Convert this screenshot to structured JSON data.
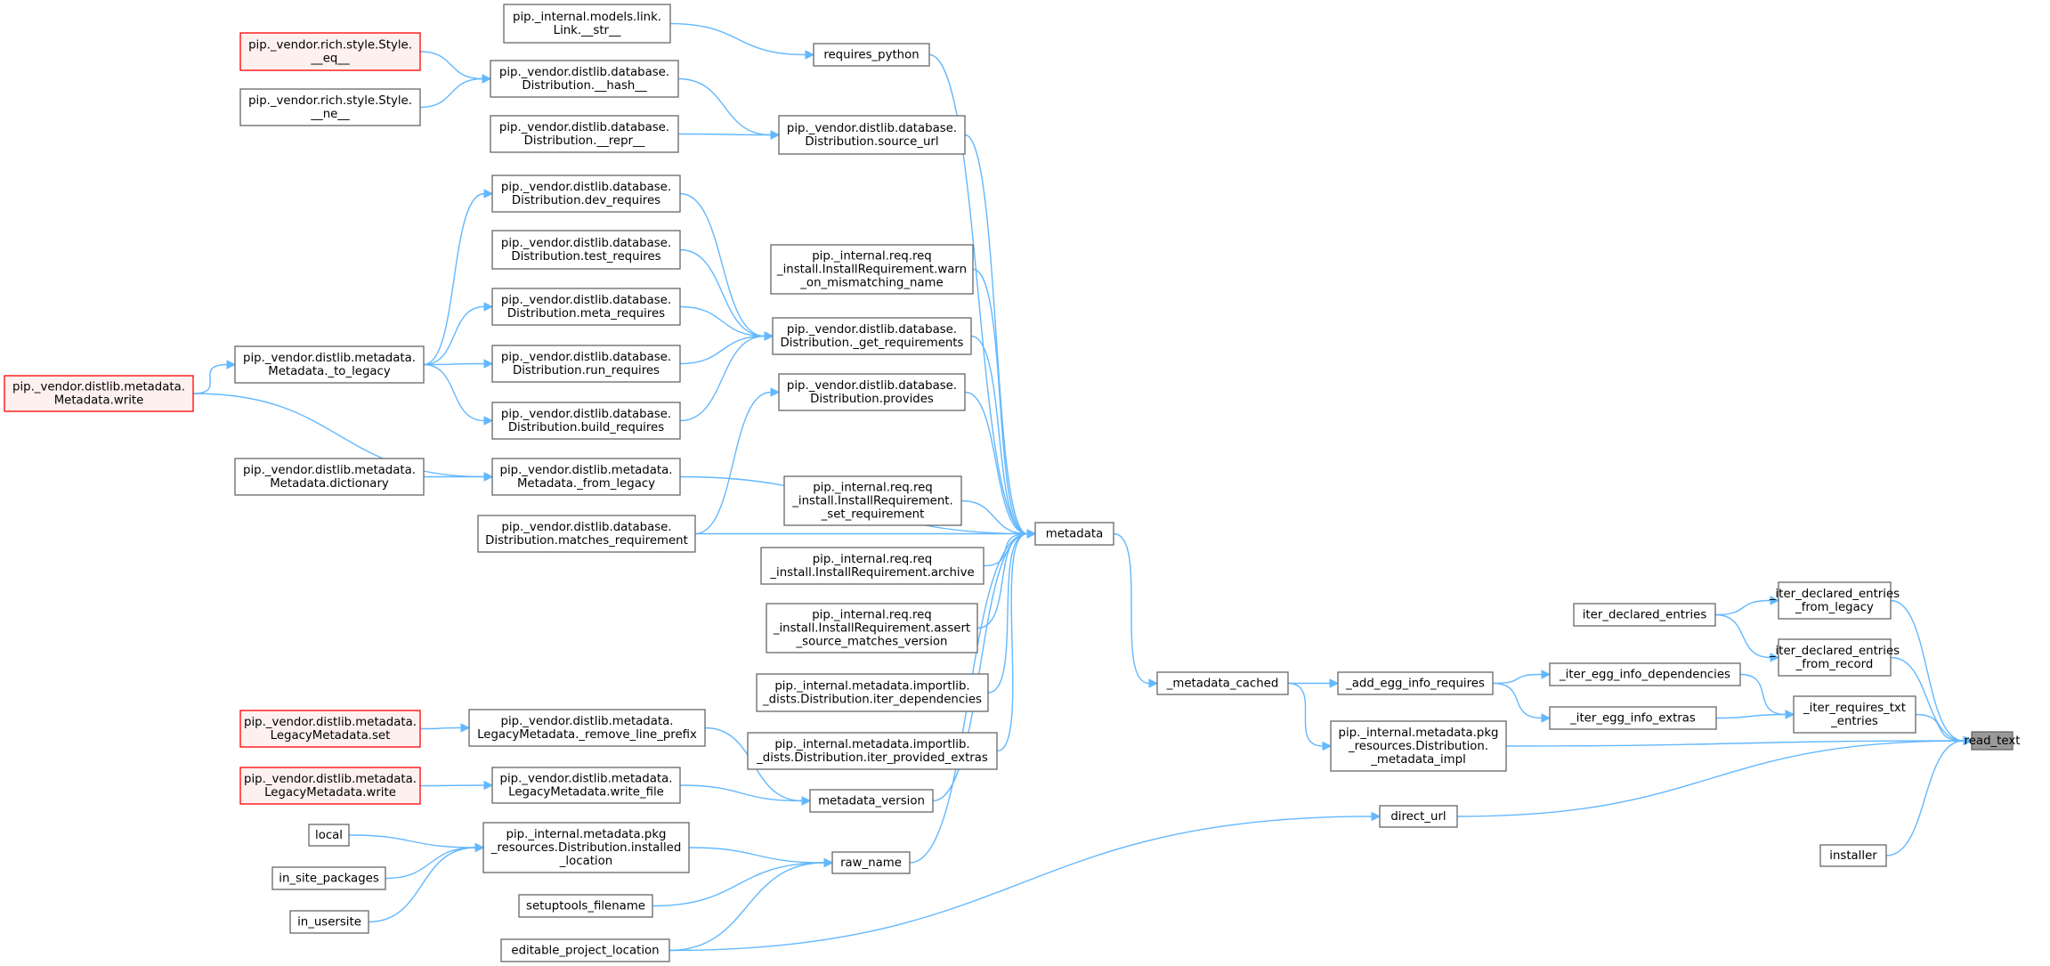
{
  "diagram": {
    "nodes": [
      {
        "id": "read_text",
        "lines": [
          "read_text"
        ],
        "style": "gray"
      },
      {
        "id": "it_decl_legacy",
        "lines": [
          "_iter_declared_entries",
          "_from_legacy"
        ],
        "style": "normal"
      },
      {
        "id": "it_decl_record",
        "lines": [
          "_iter_declared_entries",
          "_from_record"
        ],
        "style": "normal"
      },
      {
        "id": "it_req_txt",
        "lines": [
          "_iter_requires_txt",
          "_entries"
        ],
        "style": "normal"
      },
      {
        "id": "pkg_metadata_impl",
        "lines": [
          "pip._internal.metadata.pkg",
          "_resources.Distribution.",
          "_metadata_impl"
        ],
        "style": "normal"
      },
      {
        "id": "direct_url",
        "lines": [
          "direct_url"
        ],
        "style": "normal"
      },
      {
        "id": "installer",
        "lines": [
          "installer"
        ],
        "style": "normal"
      },
      {
        "id": "iter_declared_entries",
        "lines": [
          "iter_declared_entries"
        ],
        "style": "normal"
      },
      {
        "id": "it_egg_deps",
        "lines": [
          "_iter_egg_info_dependencies"
        ],
        "style": "normal"
      },
      {
        "id": "it_egg_extras",
        "lines": [
          "_iter_egg_info_extras"
        ],
        "style": "normal"
      },
      {
        "id": "add_egg_req",
        "lines": [
          "_add_egg_info_requires"
        ],
        "style": "normal"
      },
      {
        "id": "metadata_cached",
        "lines": [
          "_metadata_cached"
        ],
        "style": "normal"
      },
      {
        "id": "metadata",
        "lines": [
          "metadata"
        ],
        "style": "normal"
      },
      {
        "id": "requires_python",
        "lines": [
          "requires_python"
        ],
        "style": "normal"
      },
      {
        "id": "link_str",
        "lines": [
          "pip._internal.models.link.",
          "Link.__str__"
        ],
        "style": "normal"
      },
      {
        "id": "dist_source_url",
        "lines": [
          "pip._vendor.distlib.database.",
          "Distribution.source_url"
        ],
        "style": "normal"
      },
      {
        "id": "dist_hash",
        "lines": [
          "pip._vendor.distlib.database.",
          "Distribution.__hash__"
        ],
        "style": "normal"
      },
      {
        "id": "dist_repr",
        "lines": [
          "pip._vendor.distlib.database.",
          "Distribution.__repr__"
        ],
        "style": "normal"
      },
      {
        "id": "style_eq",
        "lines": [
          "pip._vendor.rich.style.Style.",
          "__eq__"
        ],
        "style": "red"
      },
      {
        "id": "style_ne",
        "lines": [
          "pip._vendor.rich.style.Style.",
          "__ne__"
        ],
        "style": "normal"
      },
      {
        "id": "warn_mismatch",
        "lines": [
          "pip._internal.req.req",
          "_install.InstallRequirement.warn",
          "_on_mismatching_name"
        ],
        "style": "normal"
      },
      {
        "id": "dist_get_req",
        "lines": [
          "pip._vendor.distlib.database.",
          "Distribution._get_requirements"
        ],
        "style": "normal"
      },
      {
        "id": "dist_dev_req",
        "lines": [
          "pip._vendor.distlib.database.",
          "Distribution.dev_requires"
        ],
        "style": "normal"
      },
      {
        "id": "dist_test_req",
        "lines": [
          "pip._vendor.distlib.database.",
          "Distribution.test_requires"
        ],
        "style": "normal"
      },
      {
        "id": "dist_meta_req",
        "lines": [
          "pip._vendor.distlib.database.",
          "Distribution.meta_requires"
        ],
        "style": "normal"
      },
      {
        "id": "dist_run_req",
        "lines": [
          "pip._vendor.distlib.database.",
          "Distribution.run_requires"
        ],
        "style": "normal"
      },
      {
        "id": "dist_build_req",
        "lines": [
          "pip._vendor.distlib.database.",
          "Distribution.build_requires"
        ],
        "style": "normal"
      },
      {
        "id": "meta_to_legacy",
        "lines": [
          "pip._vendor.distlib.metadata.",
          "Metadata._to_legacy"
        ],
        "style": "normal"
      },
      {
        "id": "meta_write",
        "lines": [
          "pip._vendor.distlib.metadata.",
          "Metadata.write"
        ],
        "style": "red"
      },
      {
        "id": "dist_provides",
        "lines": [
          "pip._vendor.distlib.database.",
          "Distribution.provides"
        ],
        "style": "normal"
      },
      {
        "id": "meta_from_legacy",
        "lines": [
          "pip._vendor.distlib.metadata.",
          "Metadata._from_legacy"
        ],
        "style": "normal"
      },
      {
        "id": "meta_dictionary",
        "lines": [
          "pip._vendor.distlib.metadata.",
          "Metadata.dictionary"
        ],
        "style": "normal"
      },
      {
        "id": "dist_matches_req",
        "lines": [
          "pip._vendor.distlib.database.",
          "Distribution.matches_requirement"
        ],
        "style": "normal"
      },
      {
        "id": "set_requirement",
        "lines": [
          "pip._internal.req.req",
          "_install.InstallRequirement.",
          "_set_requirement"
        ],
        "style": "normal"
      },
      {
        "id": "ir_archive",
        "lines": [
          "pip._internal.req.req",
          "_install.InstallRequirement.archive"
        ],
        "style": "normal"
      },
      {
        "id": "ir_assert",
        "lines": [
          "pip._internal.req.req",
          "_install.InstallRequirement.assert",
          "_source_matches_version"
        ],
        "style": "normal"
      },
      {
        "id": "iter_deps",
        "lines": [
          "pip._internal.metadata.importlib.",
          "_dists.Distribution.iter_dependencies"
        ],
        "style": "normal"
      },
      {
        "id": "iter_extras",
        "lines": [
          "pip._internal.metadata.importlib.",
          "_dists.Distribution.iter_provided_extras"
        ],
        "style": "normal"
      },
      {
        "id": "metadata_version",
        "lines": [
          "metadata_version"
        ],
        "style": "normal"
      },
      {
        "id": "lm_remove_prefix",
        "lines": [
          "pip._vendor.distlib.metadata.",
          "LegacyMetadata._remove_line_prefix"
        ],
        "style": "normal"
      },
      {
        "id": "lm_set",
        "lines": [
          "pip._vendor.distlib.metadata.",
          "LegacyMetadata.set"
        ],
        "style": "red"
      },
      {
        "id": "lm_write_file",
        "lines": [
          "pip._vendor.distlib.metadata.",
          "LegacyMetadata.write_file"
        ],
        "style": "normal"
      },
      {
        "id": "lm_write",
        "lines": [
          "pip._vendor.distlib.metadata.",
          "LegacyMetadata.write"
        ],
        "style": "red"
      },
      {
        "id": "raw_name",
        "lines": [
          "raw_name"
        ],
        "style": "normal"
      },
      {
        "id": "installed_location",
        "lines": [
          "pip._internal.metadata.pkg",
          "_resources.Distribution.installed",
          "_location"
        ],
        "style": "normal"
      },
      {
        "id": "local",
        "lines": [
          "local"
        ],
        "style": "normal"
      },
      {
        "id": "in_site_packages",
        "lines": [
          "in_site_packages"
        ],
        "style": "normal"
      },
      {
        "id": "in_usersite",
        "lines": [
          "in_usersite"
        ],
        "style": "normal"
      },
      {
        "id": "setuptools_filename",
        "lines": [
          "setuptools_filename"
        ],
        "style": "normal"
      },
      {
        "id": "editable_location",
        "lines": [
          "editable_project_location"
        ],
        "style": "normal"
      }
    ],
    "edges": [
      [
        "it_decl_legacy",
        "read_text"
      ],
      [
        "it_decl_record",
        "read_text"
      ],
      [
        "it_req_txt",
        "read_text"
      ],
      [
        "pkg_metadata_impl",
        "read_text"
      ],
      [
        "direct_url",
        "read_text"
      ],
      [
        "installer",
        "read_text"
      ],
      [
        "iter_declared_entries",
        "it_decl_legacy"
      ],
      [
        "iter_declared_entries",
        "it_decl_record"
      ],
      [
        "it_egg_deps",
        "it_req_txt"
      ],
      [
        "it_egg_extras",
        "it_req_txt"
      ],
      [
        "add_egg_req",
        "it_egg_deps"
      ],
      [
        "add_egg_req",
        "it_egg_extras"
      ],
      [
        "metadata_cached",
        "add_egg_req"
      ],
      [
        "metadata_cached",
        "pkg_metadata_impl"
      ],
      [
        "metadata",
        "metadata_cached"
      ],
      [
        "requires_python",
        "metadata"
      ],
      [
        "dist_source_url",
        "metadata"
      ],
      [
        "warn_mismatch",
        "metadata"
      ],
      [
        "dist_get_req",
        "metadata"
      ],
      [
        "dist_provides",
        "metadata"
      ],
      [
        "dist_matches_req",
        "metadata"
      ],
      [
        "set_requirement",
        "metadata"
      ],
      [
        "ir_archive",
        "metadata"
      ],
      [
        "ir_assert",
        "metadata"
      ],
      [
        "iter_deps",
        "metadata"
      ],
      [
        "iter_extras",
        "metadata"
      ],
      [
        "metadata_version",
        "metadata"
      ],
      [
        "raw_name",
        "metadata"
      ],
      [
        "meta_from_legacy",
        "metadata"
      ],
      [
        "link_str",
        "requires_python"
      ],
      [
        "dist_hash",
        "dist_source_url"
      ],
      [
        "dist_repr",
        "dist_source_url"
      ],
      [
        "style_eq",
        "dist_hash"
      ],
      [
        "style_ne",
        "dist_hash"
      ],
      [
        "dist_dev_req",
        "dist_get_req"
      ],
      [
        "dist_test_req",
        "dist_get_req"
      ],
      [
        "dist_meta_req",
        "dist_get_req"
      ],
      [
        "dist_run_req",
        "dist_get_req"
      ],
      [
        "dist_build_req",
        "dist_get_req"
      ],
      [
        "meta_to_legacy",
        "dist_dev_req"
      ],
      [
        "meta_to_legacy",
        "dist_meta_req"
      ],
      [
        "meta_to_legacy",
        "dist_run_req"
      ],
      [
        "meta_to_legacy",
        "dist_build_req"
      ],
      [
        "meta_write",
        "meta_to_legacy"
      ],
      [
        "meta_write",
        "meta_from_legacy"
      ],
      [
        "meta_dictionary",
        "meta_from_legacy"
      ],
      [
        "dist_matches_req",
        "dist_provides"
      ],
      [
        "lm_remove_prefix",
        "metadata_version"
      ],
      [
        "lm_write_file",
        "metadata_version"
      ],
      [
        "lm_set",
        "lm_remove_prefix"
      ],
      [
        "lm_write",
        "lm_write_file"
      ],
      [
        "installed_location",
        "raw_name"
      ],
      [
        "setuptools_filename",
        "raw_name"
      ],
      [
        "editable_location",
        "raw_name"
      ],
      [
        "local",
        "installed_location"
      ],
      [
        "in_site_packages",
        "installed_location"
      ],
      [
        "in_usersite",
        "installed_location"
      ],
      [
        "editable_location",
        "direct_url"
      ]
    ]
  }
}
